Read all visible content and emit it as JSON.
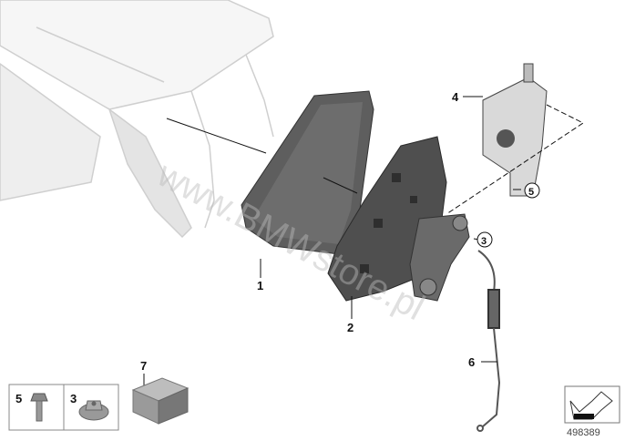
{
  "diagram": {
    "callouts": [
      {
        "id": "1",
        "label": "1"
      },
      {
        "id": "2",
        "label": "2"
      },
      {
        "id": "3",
        "label": "3"
      },
      {
        "id": "4",
        "label": "4"
      },
      {
        "id": "5",
        "label": "5"
      },
      {
        "id": "6",
        "label": "6"
      },
      {
        "id": "7",
        "label": "7"
      }
    ],
    "legend_box": [
      {
        "label": "5",
        "part": "bolt-icon"
      },
      {
        "label": "3",
        "part": "nut-icon"
      }
    ],
    "diagram_number": "498389",
    "watermark": "www.BMWstore.pl",
    "colors": {
      "part_dark": "#5a5a5a",
      "part_light": "#e6e6e6",
      "line": "#111111"
    }
  }
}
